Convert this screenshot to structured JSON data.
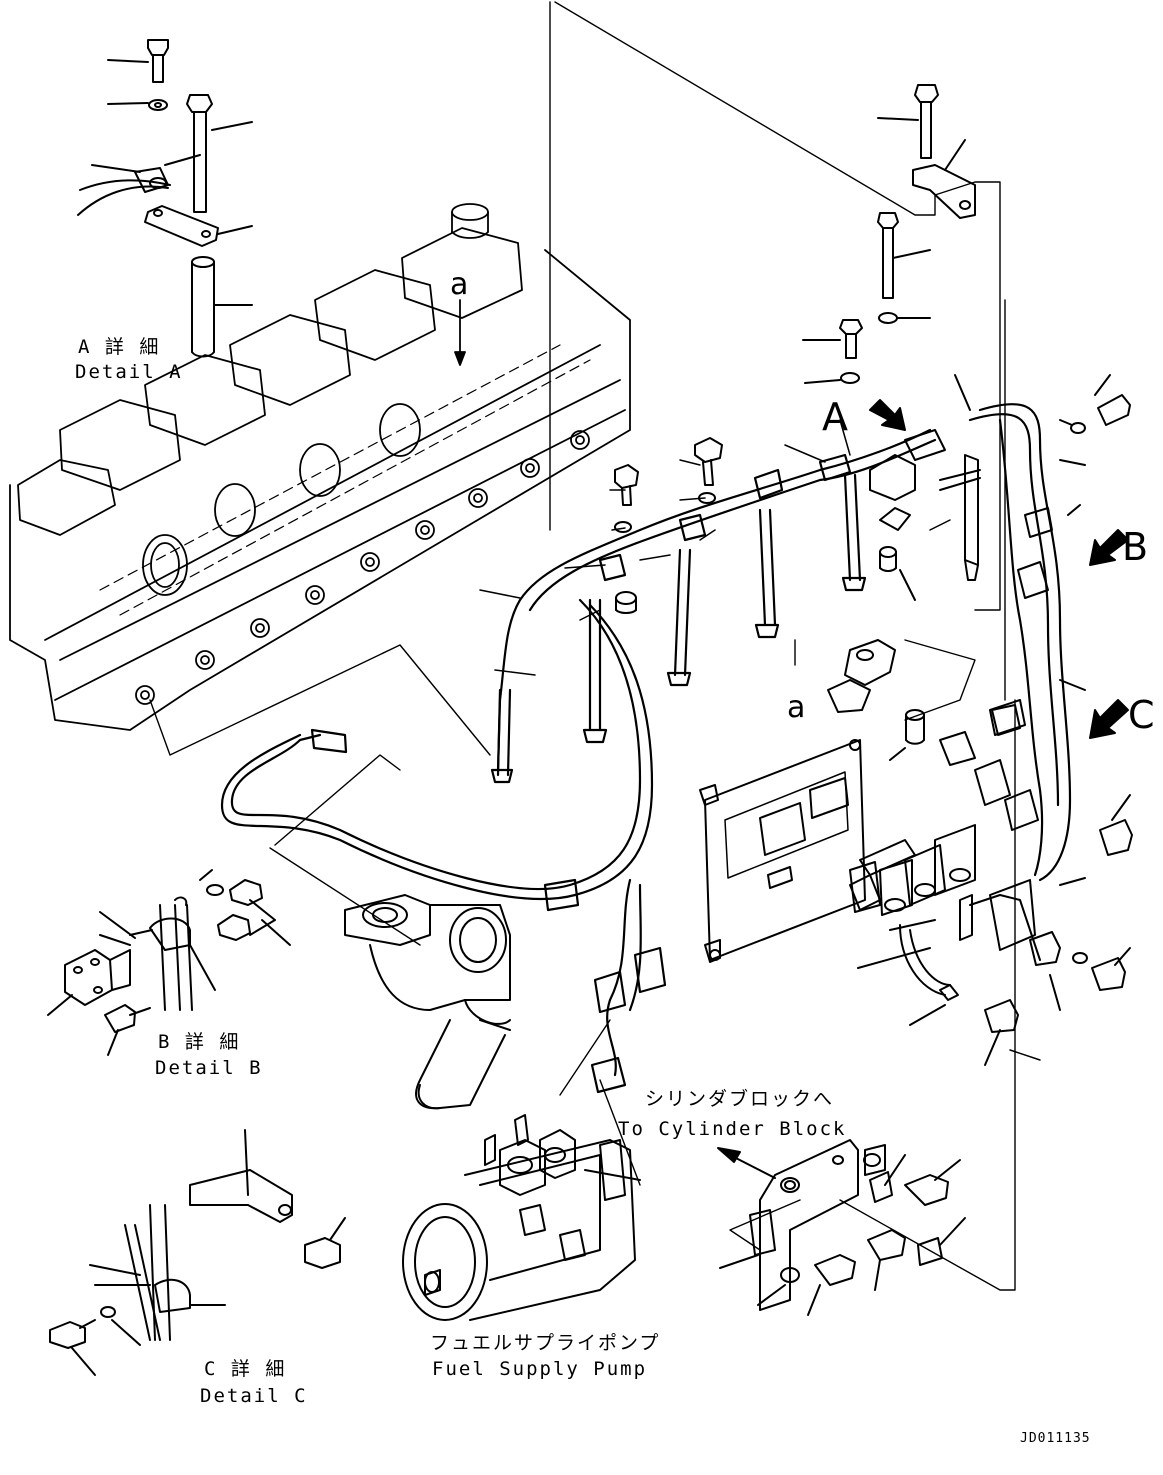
{
  "detail_a": {
    "jp": "A 詳 細",
    "en": "Detail A"
  },
  "detail_b": {
    "jp": "B 詳 細",
    "en": "Detail B"
  },
  "detail_c": {
    "jp": "C 詳 細",
    "en": "Detail C"
  },
  "view_arrows": {
    "a": "A",
    "b": "B",
    "c": "C"
  },
  "ref_marks": {
    "a_top": "a",
    "a_mid": "a"
  },
  "cylinder_block": {
    "jp": "シリンダブロックへ",
    "en": "To Cylinder Block"
  },
  "fuel_pump": {
    "jp": "フュエルサプライポンプ",
    "en": "Fuel Supply Pump"
  },
  "drawing_id": "JD011135"
}
